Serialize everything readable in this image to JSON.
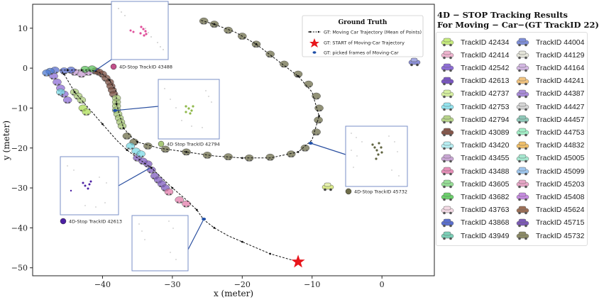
{
  "chart_data": {
    "type": "scatter",
    "xlabel": "x (meter)",
    "ylabel": "y (meter)",
    "xlim": [
      -50,
      7.5
    ],
    "ylim": [
      -52,
      16
    ],
    "xticks": [
      -40,
      -30,
      -20,
      -10,
      0
    ],
    "yticks": [
      10,
      0,
      -10,
      -20,
      -30,
      -40,
      -50
    ],
    "ground_truth_legend": {
      "title": "Ground Truth",
      "entries": [
        "GT: Moving Car Trajectory (Mean of Points)",
        "GT: START of Moving-Car Trajectory",
        "GT: picked frames of Moving-Car"
      ]
    },
    "gt_trajectory": [
      [
        -12,
        -48.5
      ],
      [
        -14,
        -47.5
      ],
      [
        -16,
        -46.5
      ],
      [
        -18,
        -45
      ],
      [
        -20,
        -43.5
      ],
      [
        -22,
        -42
      ],
      [
        -24,
        -40
      ],
      [
        -25.5,
        -38
      ],
      [
        -26.5,
        -35.5
      ],
      [
        -28,
        -33
      ],
      [
        -30,
        -30
      ],
      [
        -31.5,
        -27.5
      ],
      [
        -33,
        -25
      ],
      [
        -35,
        -22.5
      ],
      [
        -36.5,
        -20.5
      ],
      [
        -38,
        -18
      ],
      [
        -40,
        -14
      ],
      [
        -42,
        -10
      ],
      [
        -44,
        -6
      ],
      [
        -45,
        -3
      ],
      [
        -45.5,
        -1.5
      ],
      [
        -46,
        -0.5
      ],
      [
        -45,
        -0.5
      ],
      [
        -44,
        -0.5
      ],
      [
        -43,
        -0.5
      ],
      [
        -42,
        -0.5
      ],
      [
        -41,
        -0.7
      ],
      [
        -40,
        -1.5
      ],
      [
        -39,
        -3
      ],
      [
        -38,
        -6
      ],
      [
        -38,
        -9
      ],
      [
        -37.5,
        -12
      ],
      [
        -37,
        -15
      ],
      [
        -36,
        -17
      ],
      [
        -35,
        -18.5
      ],
      [
        -32,
        -20
      ],
      [
        -28,
        -21
      ],
      [
        -24,
        -22
      ],
      [
        -20,
        -22.5
      ],
      [
        -16,
        -22.5
      ],
      [
        -12,
        -21
      ],
      [
        -10,
        -18
      ],
      [
        -9,
        -12
      ],
      [
        -10,
        -6
      ],
      [
        -12,
        -2
      ],
      [
        -15,
        2
      ],
      [
        -18,
        6
      ],
      [
        -21,
        9
      ],
      [
        -24,
        11
      ],
      [
        -26,
        12
      ]
    ],
    "gt_start": [
      -12,
      -48.5
    ],
    "picked_frames": [
      [
        -25.5,
        -37.8
      ],
      [
        -38.2,
        -10.6
      ],
      [
        -10.2,
        -18.8
      ]
    ],
    "tracks": [
      {
        "id": "TrackID 43089",
        "color": "#7a4d40",
        "points": [
          [
            -40,
            -1.5
          ],
          [
            -39.5,
            -2.5
          ],
          [
            -39,
            -3.5
          ],
          [
            -38.8,
            -4.5
          ],
          [
            -38.6,
            -5.5
          ],
          [
            -38.4,
            -6.5
          ],
          [
            -41,
            -0.7
          ],
          [
            -40.5,
            -1
          ]
        ]
      },
      {
        "id": "TrackID 42794",
        "color": "#a9c97a",
        "points": [
          [
            -38,
            -7.5
          ],
          [
            -38,
            -8.5
          ],
          [
            -38,
            -9.5
          ],
          [
            -38,
            -10.5
          ],
          [
            -37.8,
            -11.5
          ],
          [
            -37.6,
            -12.5
          ],
          [
            -37.4,
            -13.5
          ],
          [
            -37.2,
            -14.5
          ],
          [
            -44,
            -6
          ],
          [
            -43.5,
            -7
          ],
          [
            -43,
            -8
          ]
        ]
      },
      {
        "id": "TrackID 45732",
        "color": "#6e6d4a",
        "points": [
          [
            -9.4,
            -16
          ],
          [
            -9.1,
            -13
          ],
          [
            -9,
            -10
          ],
          [
            -9.4,
            -7
          ],
          [
            -10.5,
            -4
          ],
          [
            -12,
            -1.5
          ],
          [
            -14,
            1
          ],
          [
            -16,
            3.5
          ],
          [
            -18,
            6
          ],
          [
            -20,
            8
          ],
          [
            -22,
            9.5
          ],
          [
            -24,
            11
          ],
          [
            -25.5,
            11.8
          ],
          [
            -11,
            -20
          ],
          [
            -13,
            -21.5
          ],
          [
            -16,
            -22.3
          ],
          [
            -19,
            -22.5
          ],
          [
            -22,
            -22.2
          ],
          [
            -25,
            -21.8
          ],
          [
            -28,
            -21
          ],
          [
            -31,
            -20.3
          ],
          [
            -33.5,
            -19.5
          ],
          [
            -35.5,
            -18.5
          ],
          [
            -36.5,
            -17
          ]
        ]
      },
      {
        "id": "TrackID 42613",
        "color": "#7f5cbf",
        "points": [
          [
            -33.5,
            -24
          ],
          [
            -33,
            -25.5
          ],
          [
            -32.5,
            -27
          ],
          [
            -32,
            -28
          ],
          [
            -31.5,
            -29
          ],
          [
            -31,
            -30
          ],
          [
            -35,
            -22.5
          ],
          [
            -34.2,
            -23.3
          ]
        ]
      },
      {
        "id": "TrackID 42542",
        "color": "#8e6dd6",
        "points": [
          [
            -47,
            -2
          ],
          [
            -46.5,
            -3.5
          ],
          [
            -46,
            -5
          ],
          [
            -45.5,
            -6.5
          ],
          [
            -45,
            -8
          ]
        ]
      },
      {
        "id": "TrackID 43420",
        "color": "#7bd9e6",
        "points": [
          [
            -36,
            -19.5
          ],
          [
            -35.2,
            -20.8
          ],
          [
            -34.5,
            -21.5
          ],
          [
            -46,
            -6
          ]
        ]
      },
      {
        "id": "TrackID 43488",
        "color": "#e37cab",
        "points": [
          [
            -29,
            -33
          ],
          [
            -28,
            -34
          ],
          [
            -30.5,
            -31
          ]
        ]
      },
      {
        "id": "TrackID 43455",
        "color": "#c49ad0",
        "points": [
          [
            -44,
            -1
          ],
          [
            -43,
            -1.5
          ],
          [
            -42,
            -1
          ]
        ]
      },
      {
        "id": "TrackID 43868",
        "color": "#5a6fcf",
        "points": [
          [
            -46.8,
            -0.5
          ],
          [
            -45.5,
            -0.7
          ],
          [
            -44.5,
            -0.5
          ]
        ]
      },
      {
        "id": "TrackID 43605",
        "color": "#5cbf5c",
        "points": [
          [
            -41.5,
            -0.2
          ],
          [
            -42.5,
            -0.3
          ]
        ]
      },
      {
        "id": "TrackID 44004",
        "color": "#4f7bd1",
        "points": [
          [
            -47.5,
            -0.8
          ],
          [
            -48,
            -1.2
          ]
        ]
      },
      {
        "id": "TrackID 42434",
        "color": "#aede57",
        "points": [
          [
            -42.8,
            -10
          ],
          [
            -42.3,
            -11
          ]
        ]
      }
    ],
    "inset_labels": [
      "4D-Stop TrackID 43488",
      "4D Stop TrackID 42794",
      "4D-Stop TrackID 45732",
      "4D-Stop TrackID 42613"
    ]
  },
  "legend": {
    "title_line1": "4D − STOP Tracking Results",
    "title_line2": "For Moving − Car−(GT TrackID 22)",
    "col1": [
      {
        "label": "TrackID 42434",
        "color": "#c7ec7e"
      },
      {
        "label": "TrackID 42414",
        "color": "#eeb4cf"
      },
      {
        "label": "TrackID 42542",
        "color": "#8e6dd6"
      },
      {
        "label": "TrackID 42613",
        "color": "#7a56c2"
      },
      {
        "label": "TrackID 42737",
        "color": "#d6f0a0"
      },
      {
        "label": "TrackID 42753",
        "color": "#93e3ee"
      },
      {
        "label": "TrackID 42794",
        "color": "#b6d389"
      },
      {
        "label": "TrackID 43089",
        "color": "#85564a"
      },
      {
        "label": "TrackID 43420",
        "color": "#b7eef2"
      },
      {
        "label": "TrackID 43455",
        "color": "#c9a6d4"
      },
      {
        "label": "TrackID 43488",
        "color": "#e68fb8"
      },
      {
        "label": "TrackID 43605",
        "color": "#96df96"
      },
      {
        "label": "TrackID 43682",
        "color": "#6bd06b"
      },
      {
        "label": "TrackID 43763",
        "color": "#f3d9e4"
      },
      {
        "label": "TrackID 43868",
        "color": "#5a6fcf"
      },
      {
        "label": "TrackID 43949",
        "color": "#7bcfb7"
      }
    ],
    "col2": [
      {
        "label": "TrackID 44004",
        "color": "#7f8fd9"
      },
      {
        "label": "TrackID 44129",
        "color": "#e5e5da"
      },
      {
        "label": "TrackID 44164",
        "color": "#d4b8e3"
      },
      {
        "label": "TrackID 44241",
        "color": "#f2c47f"
      },
      {
        "label": "TrackID 44387",
        "color": "#a98bd9"
      },
      {
        "label": "TrackID 44427",
        "color": "#d6d6d6"
      },
      {
        "label": "TrackID 44457",
        "color": "#8fc9b9"
      },
      {
        "label": "TrackID 44753",
        "color": "#a2efc7"
      },
      {
        "label": "TrackID 44832",
        "color": "#f0c06a"
      },
      {
        "label": "TrackID 45005",
        "color": "#a6e8d0"
      },
      {
        "label": "TrackID 45099",
        "color": "#9fc7ee"
      },
      {
        "label": "TrackID 45203",
        "color": "#e7a6c7"
      },
      {
        "label": "TrackID 45408",
        "color": "#c68be0"
      },
      {
        "label": "TrackID 45624",
        "color": "#9b6f57"
      },
      {
        "label": "TrackID 45715",
        "color": "#7d5ab7"
      },
      {
        "label": "TrackID 45732",
        "color": "#8c8b66"
      }
    ]
  }
}
